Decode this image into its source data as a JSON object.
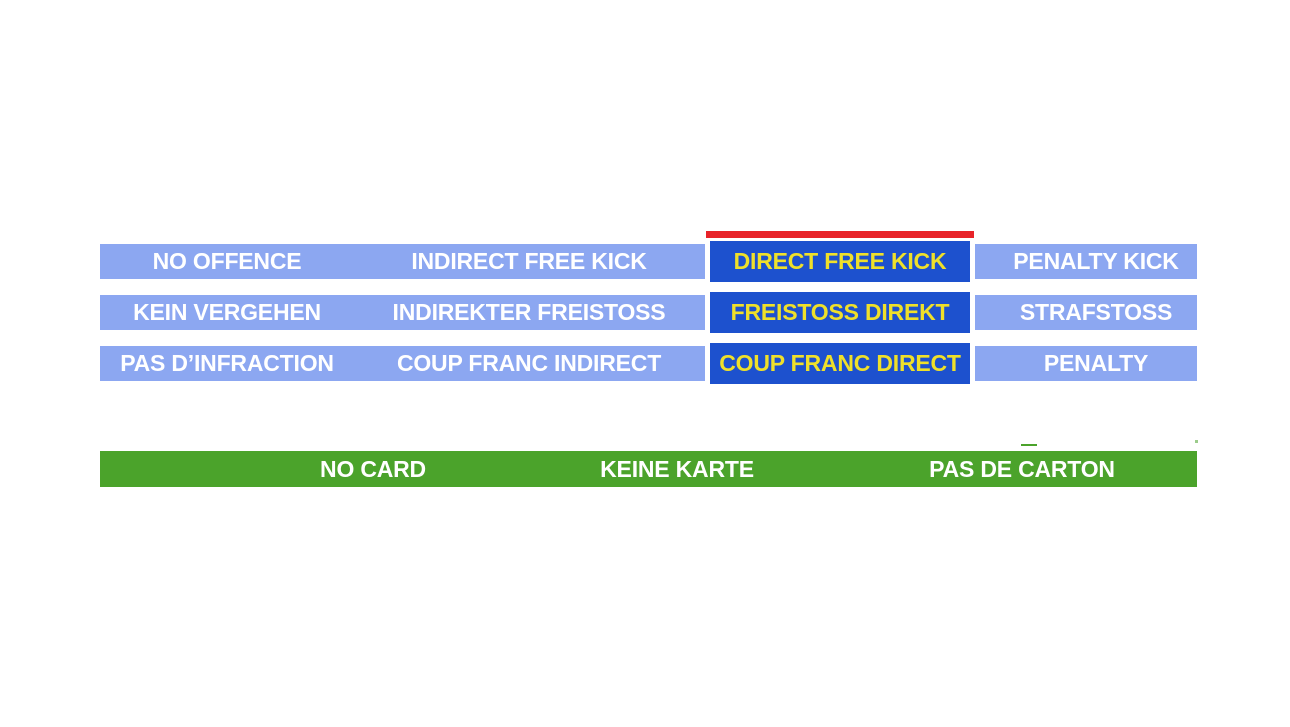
{
  "colors": {
    "option_bg": "#8CA7F1",
    "selected_bg": "#1D51CE",
    "selected_text": "#EFE02A",
    "marker_red": "#E82329",
    "card_bar_bg": "#4BA32B",
    "option_text": "#FFFFFF"
  },
  "quiz": {
    "selected_column_index": 2,
    "rows": [
      {
        "cells": [
          "NO OFFENCE",
          "INDIRECT FREE KICK",
          "DIRECT FREE KICK",
          "PENALTY KICK"
        ]
      },
      {
        "cells": [
          "KEIN VERGEHEN",
          "INDIREKTER FREISTOSS",
          "FREISTOSS DIREKT",
          "STRAFSTOSS"
        ]
      },
      {
        "cells": [
          "PAS D’INFRACTION",
          "COUP FRANC INDIRECT",
          "COUP FRANC DIRECT",
          "PENALTY"
        ]
      }
    ]
  },
  "card_bar": {
    "items": [
      "NO CARD",
      "KEINE KARTE",
      "PAS DE CARTON"
    ]
  }
}
